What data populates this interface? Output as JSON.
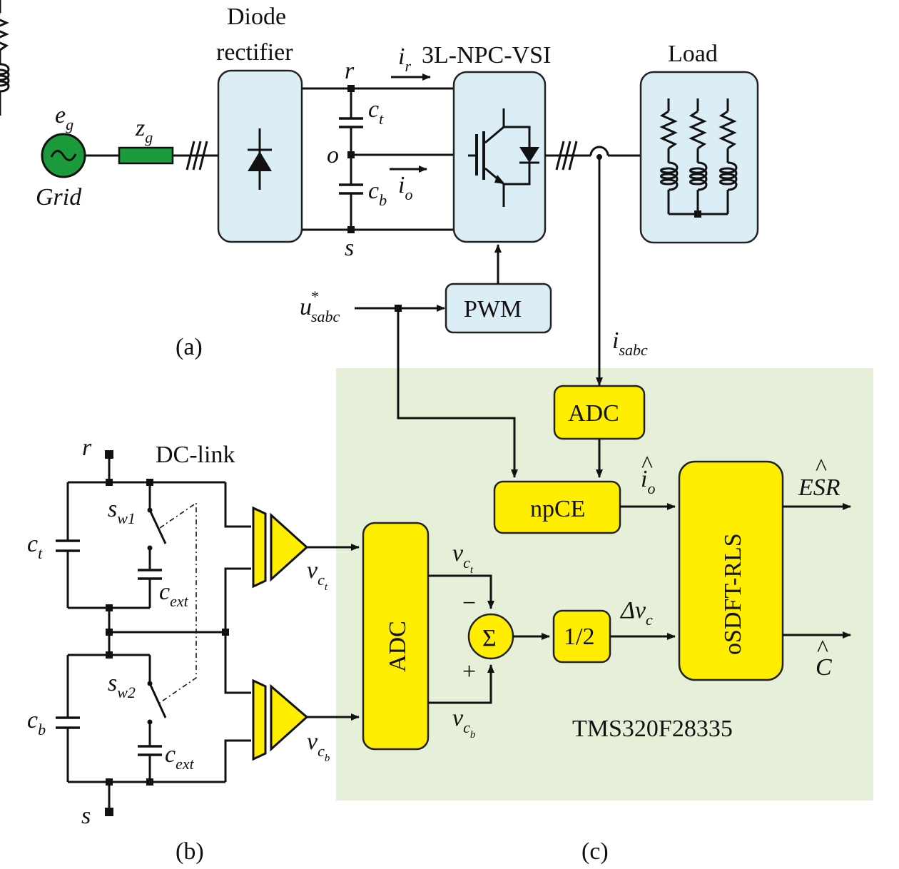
{
  "labels": {
    "diode_rectifier_line1": "Diode",
    "diode_rectifier_line2": "rectifier",
    "inverter_title": "3L-NPC-VSI",
    "load": "Load",
    "grid": "Grid",
    "pwm": "PWM",
    "adc_top": "ADC",
    "npce": "npCE",
    "adc_main": "ADC",
    "half": "1/2",
    "sigma": "Σ",
    "osdft": "oSDFT-RLS",
    "dc_link": "DC-link",
    "processor": "TMS320F28335",
    "panel_a": "(a)",
    "panel_b": "(b)",
    "panel_c": "(c)",
    "minus": "−",
    "plus": "+"
  },
  "symbols": {
    "e": "e",
    "e_sub": "g",
    "z": "z",
    "z_sub": "g",
    "r": "r",
    "s": "s",
    "o": "o",
    "ir": "i",
    "ir_sub": "r",
    "io": "i",
    "io_sub": "o",
    "ct": "c",
    "ct_sub": "t",
    "cb": "c",
    "cb_sub": "b",
    "u": "u",
    "u_sub": "sabc",
    "u_sup": "*",
    "isabc": "i",
    "isabc_sub": "sabc",
    "io_hat": "i",
    "io_hat_sub": "o",
    "esr_hat": "ESR",
    "c_hat": "C",
    "dvc": "Δv",
    "dvc_sub": "c",
    "v": "v",
    "vct_sub": "c",
    "vct_subsub": "t",
    "vcb_subsub": "b",
    "sw1": "s",
    "sw1_sub": "w1",
    "sw2": "s",
    "sw2_sub": "w2",
    "cext": "c",
    "cext_sub": "ext",
    "hat": "^"
  },
  "colors": {
    "block_blue": "#dbeef6",
    "block_yellow": "#ffee00",
    "dsp_background": "#e6f0d9",
    "grid_source": "#1a9a3a",
    "grid_impedance": "#1a9a3a"
  }
}
